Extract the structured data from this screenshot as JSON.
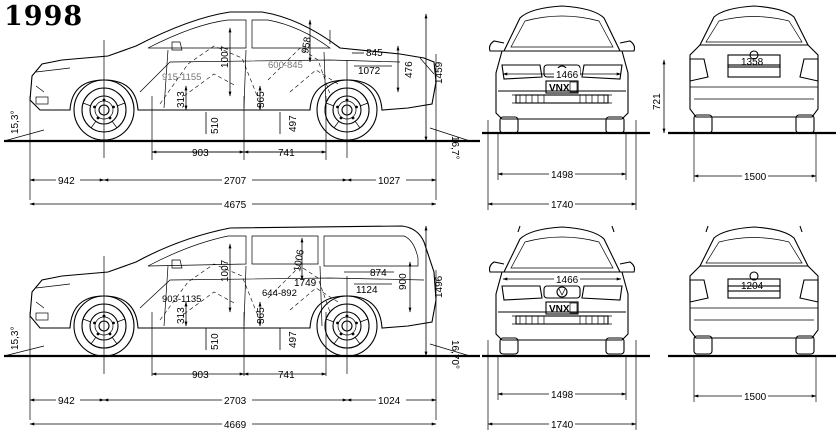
{
  "year": "1998",
  "sedan": {
    "top": {
      "d1007": "1007",
      "d958": "958",
      "d845": "845",
      "d600_845": "600-845",
      "d915_1155": "915-1155",
      "d1072": "1072",
      "d476": "476",
      "d1459": "1459"
    },
    "low": {
      "d313": "313",
      "d365": "365",
      "d510": "510",
      "d497": "497",
      "a153": "15,3°",
      "a167": "16,7°"
    },
    "row1": {
      "d903": "903",
      "d741": "741"
    },
    "row2": {
      "d942": "942",
      "d2707": "2707",
      "d1027": "1027"
    },
    "row3": {
      "d4675": "4675"
    },
    "front": {
      "d1466": "1466",
      "plate": "VNX",
      "d1498": "1498",
      "d1740": "1740",
      "d721": "721"
    },
    "rear": {
      "d1358": "1358",
      "d1500": "1500"
    }
  },
  "wagon": {
    "top": {
      "d1007": "1007",
      "d1006": "1006",
      "d874": "874",
      "d1749": "1749",
      "d644_892": "644-892",
      "d903_1135": "903-1135",
      "d1124": "1124",
      "d900": "900",
      "d1496": "1496"
    },
    "low": {
      "d313": "313",
      "d365": "365",
      "d510": "510",
      "d497": "497",
      "a153": "15,3°",
      "a167": "16,70°"
    },
    "row1": {
      "d903": "903",
      "d741": "741"
    },
    "row2": {
      "d942": "942",
      "d2703": "2703",
      "d1024": "1024"
    },
    "row3": {
      "d4669": "4669"
    },
    "front": {
      "d1466": "1466",
      "plate": "VNX",
      "d1498": "1498",
      "d1740": "1740"
    },
    "rear": {
      "d1204": "1204",
      "d1500": "1500"
    }
  }
}
